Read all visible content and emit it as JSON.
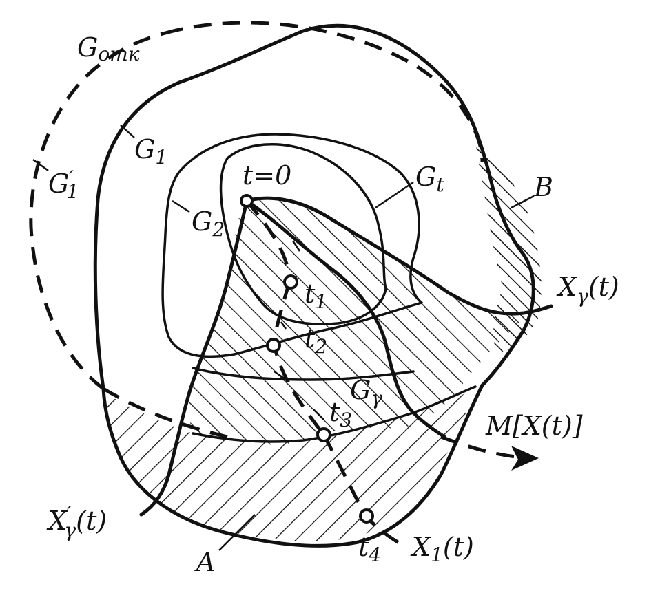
{
  "labels": {
    "g_otk": "G",
    "g_otk_sub": "отк",
    "g1": "G",
    "g1_sub": "1",
    "g1_prime": "G",
    "g1_prime_sub": "1",
    "g1_prime_mark": "′",
    "g2": "G",
    "g2_sub": "2",
    "gt": "G",
    "gt_sub": "t",
    "g_gamma": "G",
    "g_gamma_sub": "γ",
    "t0": "t=0",
    "t1": "t",
    "t1_sub": "1",
    "t2": "t",
    "t2_sub": "2",
    "t3": "t",
    "t3_sub": "3",
    "t4": "t",
    "t4_sub": "4",
    "b": "B",
    "a": "A",
    "x_gamma": "X",
    "x_gamma_sub": "γ",
    "x_gamma_arg": "(t)",
    "x_gamma_prime": "X",
    "x_gamma_prime_sub": "γ",
    "x_gamma_prime_mark": "′",
    "x_gamma_prime_arg": "(t)",
    "x1": "X",
    "x1_sub": "1",
    "x1_arg": "(t)",
    "m_label": "M[X(t)]"
  },
  "colors": {
    "ink": "#111111",
    "paper": "#ffffff"
  }
}
